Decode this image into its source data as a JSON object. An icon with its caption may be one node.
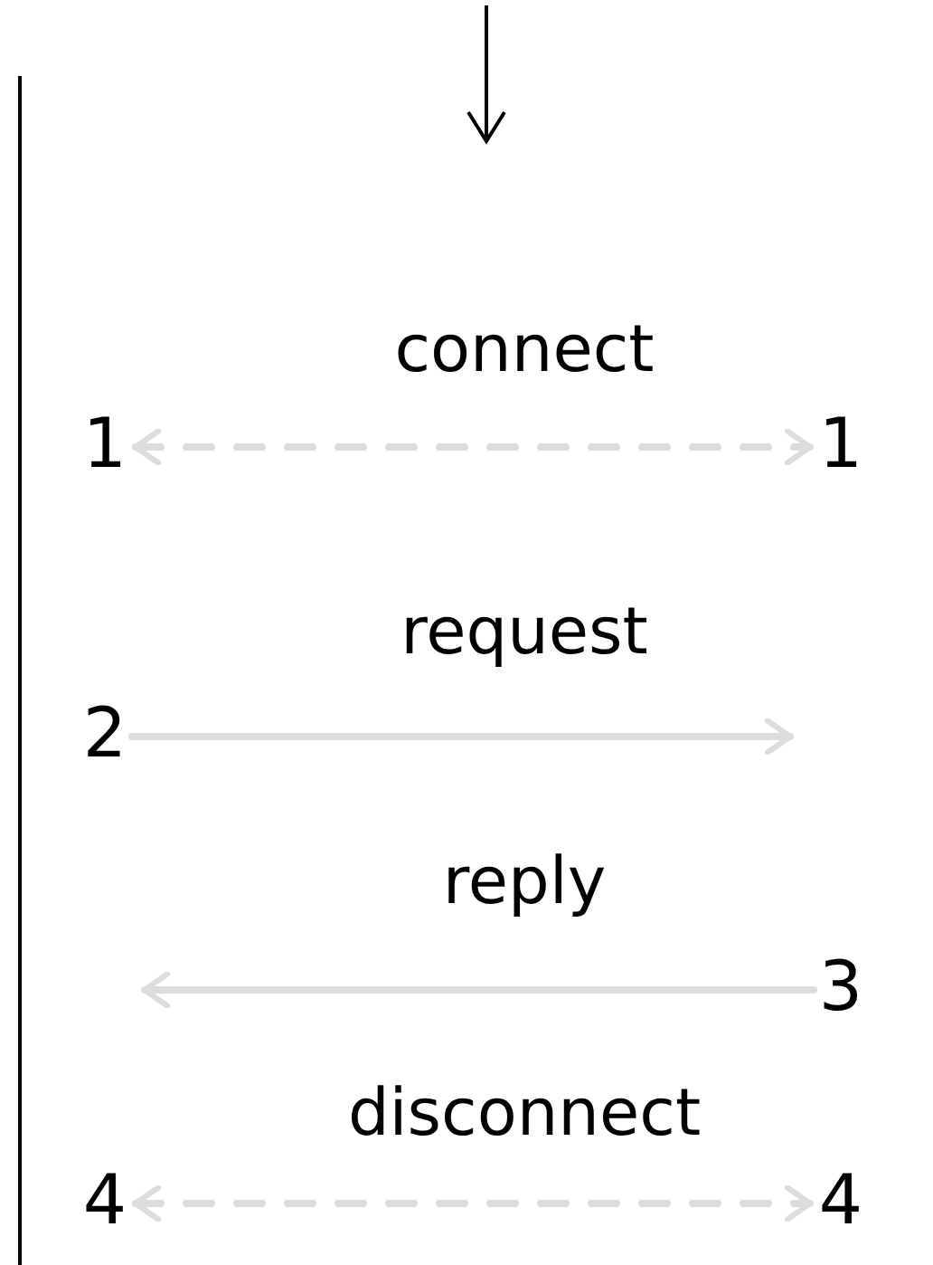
{
  "diagram": {
    "nodes": [
      {
        "text": [
          "1"
        ]
      },
      {
        "text": [
          "1"
        ]
      },
      {
        "text": [
          "2"
        ]
      },
      {
        "text": [
          "3"
        ]
      },
      {
        "text": [
          "4"
        ]
      },
      {
        "text": [
          "4"
        ]
      }
    ],
    "edges": [
      {
        "from": 0,
        "to": 1,
        "arrow": "both",
        "style": "dashed",
        "label": "connect"
      },
      {
        "from": 2,
        "to": null,
        "arrow": "to",
        "label": "request"
      },
      {
        "from": 3,
        "to": null,
        "arrow": "to",
        "label": "reply"
      },
      {
        "from": 4,
        "to": 5,
        "arrow": "both",
        "style": "dashed",
        "label": "disconnect"
      }
    ]
  }
}
